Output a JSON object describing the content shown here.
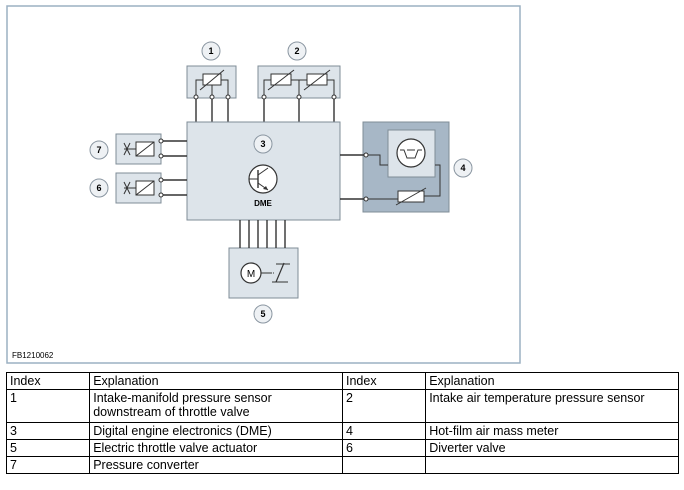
{
  "diagram": {
    "figure_code": "FB1210062",
    "module_label": "DME",
    "motor_label": "M",
    "callouts": [
      "1",
      "2",
      "3",
      "4",
      "5",
      "6",
      "7"
    ]
  },
  "table": {
    "headers": [
      "Index",
      "Explanation",
      "Index",
      "Explanation"
    ],
    "rows": [
      [
        "1",
        "Intake-manifold pressure sensor downstream of throttle valve",
        "2",
        "Intake air temperature pressure sensor"
      ],
      [
        "3",
        "Digital engine electronics (DME)",
        "4",
        "Hot-film air mass meter"
      ],
      [
        "5",
        "Electric throttle valve actuator",
        "6",
        "Diverter valve"
      ],
      [
        "7",
        "Pressure converter",
        "",
        ""
      ]
    ]
  },
  "colors": {
    "frame": "#9bb0c2",
    "module_fill": "#dde4ea",
    "hfm_fill": "#a7b7c6",
    "line": "#333333"
  }
}
